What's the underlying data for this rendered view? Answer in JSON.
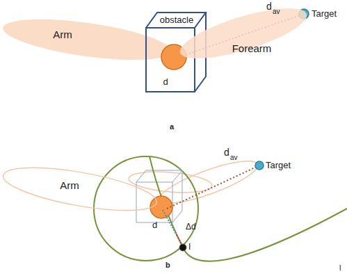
{
  "diagram": {
    "nodes": [
      {
        "text": [
          "Arm"
        ]
      },
      {
        "text": [
          "obstacle",
          "d"
        ]
      },
      {
        "text": [
          "Forearm"
        ]
      },
      {
        "text": [
          "Arm"
        ]
      }
    ],
    "labels": [
      "d",
      "av",
      "Target",
      "a",
      "d",
      "av",
      "Target",
      "d",
      "Δd",
      "I",
      "b",
      "l"
    ]
  }
}
